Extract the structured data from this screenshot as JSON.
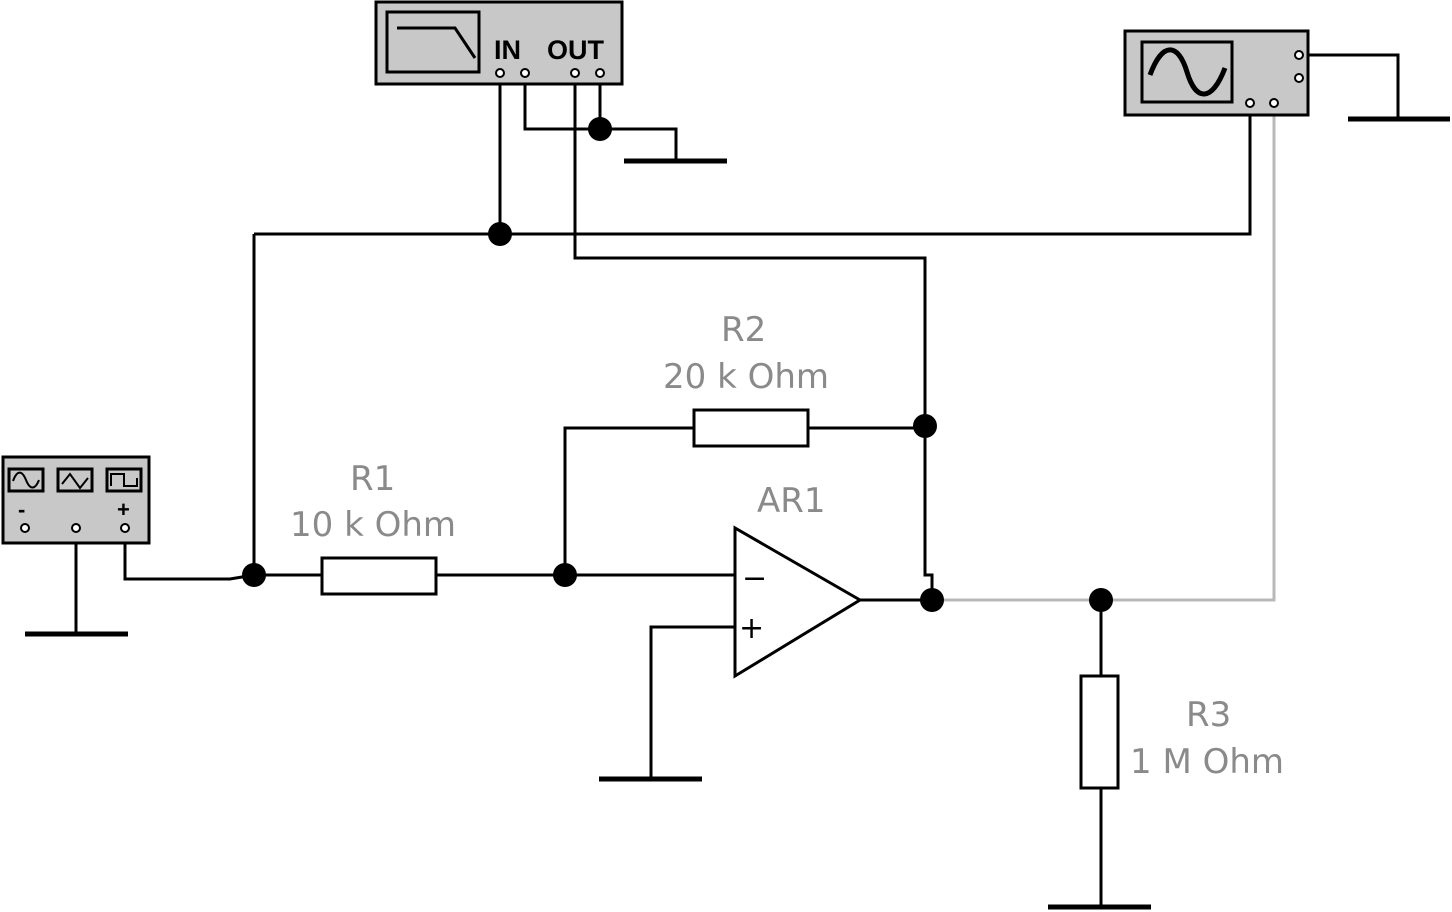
{
  "bode_plotter": {
    "in_label": "IN",
    "out_label": "OUT"
  },
  "function_generator": {
    "minus_label": "-",
    "plus_label": "+"
  },
  "oscilloscope": {},
  "components": {
    "r1": {
      "name": "R1",
      "value": "10 k Ohm"
    },
    "r2": {
      "name": "R2",
      "value": "20 k Ohm"
    },
    "r3": {
      "name": "R3",
      "value": "1 M Ohm"
    },
    "ar1": {
      "name": "AR1",
      "minus": "−",
      "plus": "+"
    }
  }
}
